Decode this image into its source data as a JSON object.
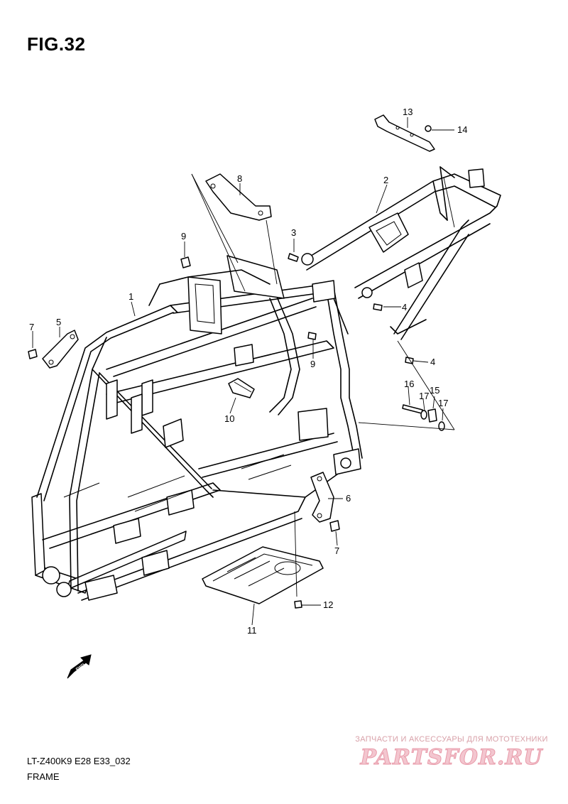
{
  "figure": {
    "title": "FIG.32",
    "code": "LT-Z400K9 E28 E33_032",
    "name": "FRAME",
    "fwd_label": "FWD"
  },
  "callouts": [
    {
      "id": "1",
      "label": "1"
    },
    {
      "id": "2",
      "label": "2"
    },
    {
      "id": "3",
      "label": "3"
    },
    {
      "id": "4a",
      "label": "4"
    },
    {
      "id": "4b",
      "label": "4"
    },
    {
      "id": "5",
      "label": "5"
    },
    {
      "id": "6",
      "label": "6"
    },
    {
      "id": "7a",
      "label": "7"
    },
    {
      "id": "7b",
      "label": "7"
    },
    {
      "id": "8",
      "label": "8"
    },
    {
      "id": "9a",
      "label": "9"
    },
    {
      "id": "9b",
      "label": "9"
    },
    {
      "id": "10",
      "label": "10"
    },
    {
      "id": "11",
      "label": "11"
    },
    {
      "id": "12",
      "label": "12"
    },
    {
      "id": "13",
      "label": "13"
    },
    {
      "id": "14",
      "label": "14"
    },
    {
      "id": "15",
      "label": "15"
    },
    {
      "id": "16",
      "label": "16"
    },
    {
      "id": "17a",
      "label": "17"
    },
    {
      "id": "17b",
      "label": "17"
    }
  ],
  "watermark": {
    "tagline": "ЗАПЧАСТИ И АКСЕССУАРЫ ДЛЯ МОТОТЕХНИКИ",
    "logo": "PARTSFOR.RU"
  }
}
